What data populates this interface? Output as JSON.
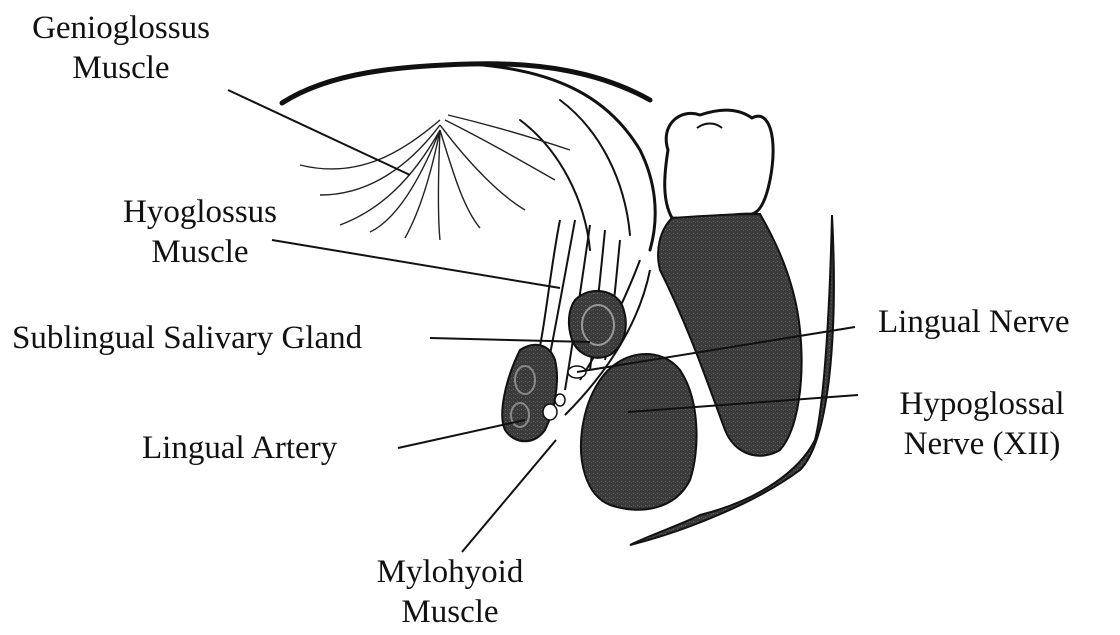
{
  "labels": {
    "genioglossus": [
      "Genioglossus",
      "Muscle"
    ],
    "hyoglossus": [
      "Hyoglossus",
      "Muscle"
    ],
    "sublingual_gland": "Sublingual Salivary Gland",
    "lingual_artery": "Lingual Artery",
    "lingual_nerve": "Lingual Nerve",
    "hypoglossal_nerve": [
      "Hypoglossal",
      "Nerve (XII)"
    ],
    "mylohyoid": [
      "Mylohyoid",
      "Muscle"
    ]
  },
  "colors": {
    "ink": "#111111",
    "dark_fill": "#3a3a3a",
    "background": "#ffffff"
  }
}
